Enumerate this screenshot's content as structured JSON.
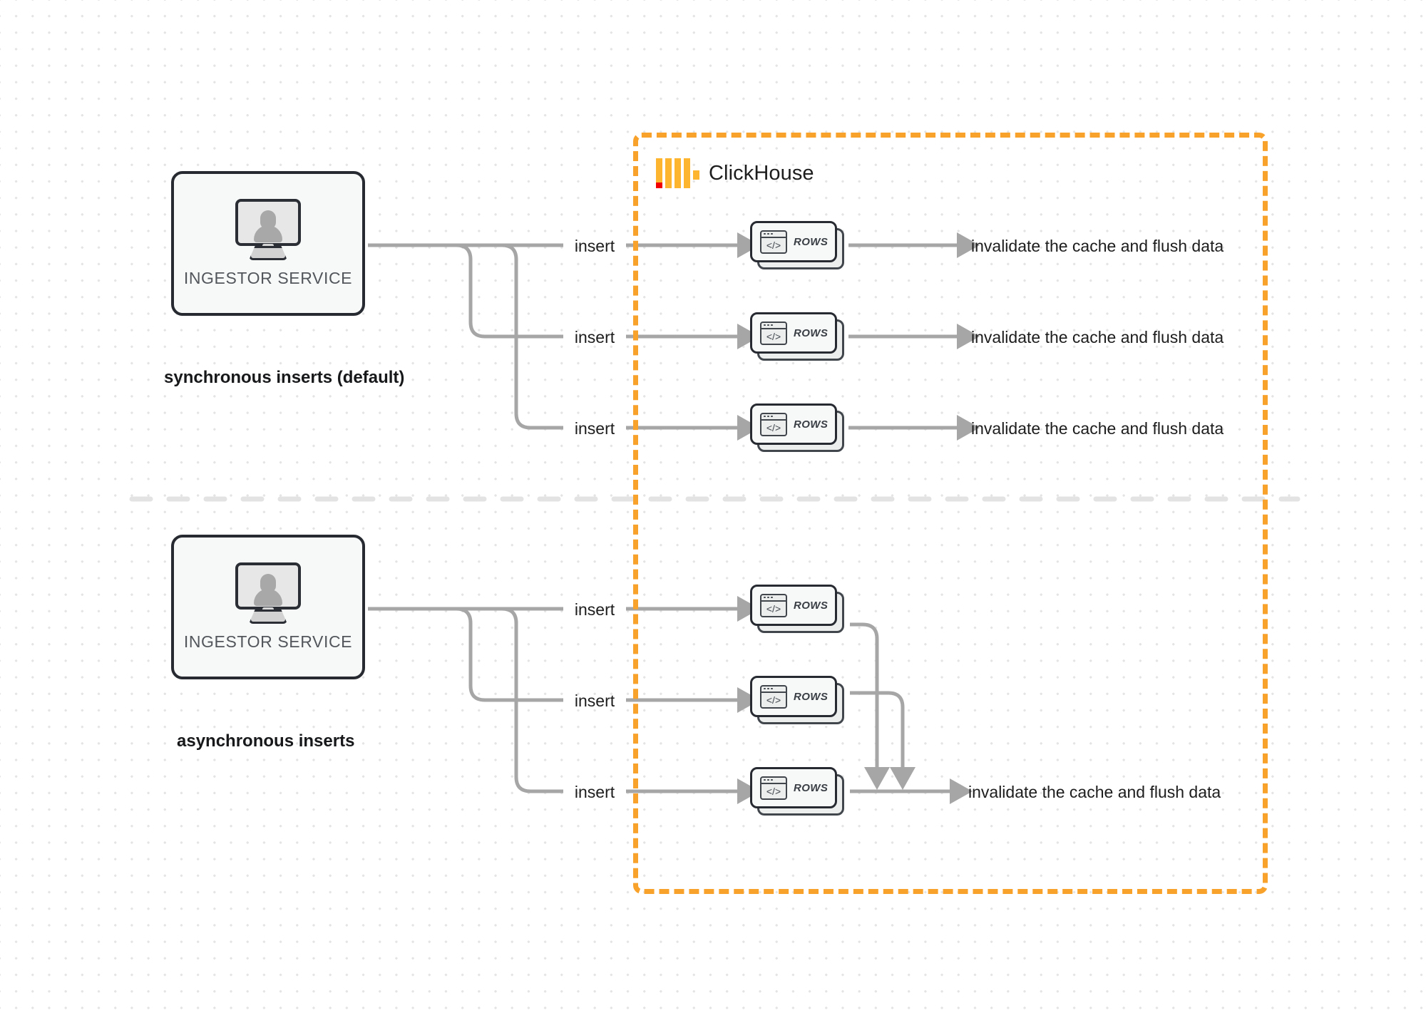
{
  "diagram": {
    "title": "ClickHouse synchronous vs asynchronous inserts",
    "colors": {
      "accent_orange": "#f9a22b",
      "logo_yellow": "#fdb42e",
      "logo_red": "#f20000",
      "edge_gray": "#a6a6a6",
      "node_border": "#272b31",
      "node_fill": "#f7f9f9",
      "divider_gray": "#e3e3e3"
    }
  },
  "clickhouse": {
    "name": "ClickHouse",
    "logo_bars": 4,
    "logo_nub": 1
  },
  "sections": [
    {
      "id": "synchronous",
      "caption": "synchronous inserts (default)",
      "ingestor": {
        "label": "INGESTOR SERVICE",
        "icon": "monitor-user-icon"
      },
      "flows": [
        {
          "insert_label": "insert",
          "rows_label": "ROWS",
          "result_label": "invalidate the cache and flush data"
        },
        {
          "insert_label": "insert",
          "rows_label": "ROWS",
          "result_label": "invalidate the cache and flush data"
        },
        {
          "insert_label": "insert",
          "rows_label": "ROWS",
          "result_label": "invalidate the cache and flush data"
        }
      ]
    },
    {
      "id": "asynchronous",
      "caption": "asynchronous inserts",
      "ingestor": {
        "label": "INGESTOR SERVICE",
        "icon": "monitor-user-icon"
      },
      "flows": [
        {
          "insert_label": "insert",
          "rows_label": "ROWS"
        },
        {
          "insert_label": "insert",
          "rows_label": "ROWS"
        },
        {
          "insert_label": "insert",
          "rows_label": "ROWS"
        }
      ],
      "merged_result_label": "invalidate the cache and flush data"
    }
  ],
  "icons": {
    "window_code": "</>"
  }
}
